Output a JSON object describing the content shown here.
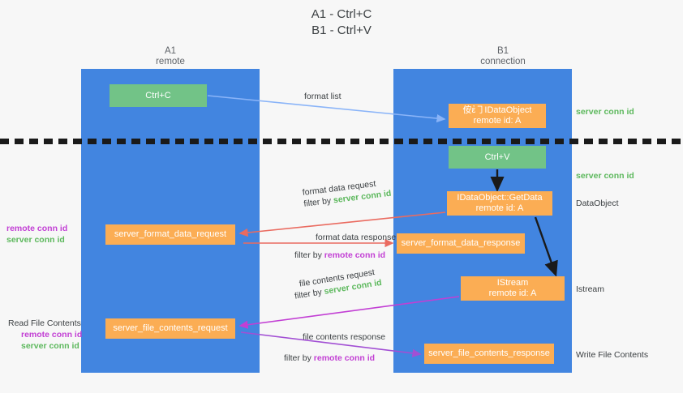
{
  "title": "A1 - Ctrl+C\nB1 - Ctrl+V",
  "lanes": [
    {
      "name": "A1",
      "sub": "remote",
      "label": "A1\nremote"
    },
    {
      "name": "B1",
      "sub": "connection",
      "label": "B1\nconnection"
    }
  ],
  "colors": {
    "lane": "#4285e0",
    "green_node": "#72c387",
    "orange_node": "#fbad54",
    "server_conn": "#5cb85c",
    "remote_conn": "#c23fd4",
    "arrow_blue": "#8ab4f8",
    "arrow_red": "#ea6b60",
    "arrow_magenta": "#c23fd4",
    "arrow_purple": "#a24fd4",
    "arrow_black": "#1a1a1a",
    "background": "#f7f7f7",
    "text": "#3c4043"
  },
  "nodes": {
    "ctrl_c": "Ctrl+C",
    "idataobject": "侒ἐ㇆IDataObject\nremote id: A",
    "ctrl_v": "Ctrl+V",
    "getdata": "IDataObject::GetData\nremote id: A",
    "server_format_data_request": "server_format_data_request",
    "server_format_data_response": "server_format_data_response",
    "istream": "IStream\nremote id: A",
    "server_file_contents_request": "server_file_contents_request",
    "server_file_contents_response": "server_file_contents_response"
  },
  "edges": {
    "format_list": "format list",
    "format_data_request": "format data request",
    "format_data_request_filter_prefix": "filter by ",
    "format_data_request_filter_value": "server conn id",
    "format_data_response": "format data response",
    "format_data_response_filter_prefix": "filter by ",
    "format_data_response_filter_value": "remote conn id",
    "file_contents_request": "file contents request",
    "file_contents_request_filter_prefix": "filter by ",
    "file_contents_request_filter_value": "server conn id",
    "file_contents_response": "file contents response",
    "file_contents_response_filter_prefix": "filter by ",
    "file_contents_response_filter_value": "remote conn id"
  },
  "annotations": {
    "right_server_conn_id_1": "server conn id",
    "right_server_conn_id_2": "server conn id",
    "right_dataobject": "DataObject",
    "right_istream": "Istream",
    "right_write_file_contents": "Write File Contents",
    "left_remote_conn_id_1": "remote conn id",
    "left_server_conn_id_1": "server conn id",
    "left_read_file_contents": "Read File Contents",
    "left_remote_conn_id_2": "remote conn id",
    "left_server_conn_id_2": "server conn id"
  }
}
